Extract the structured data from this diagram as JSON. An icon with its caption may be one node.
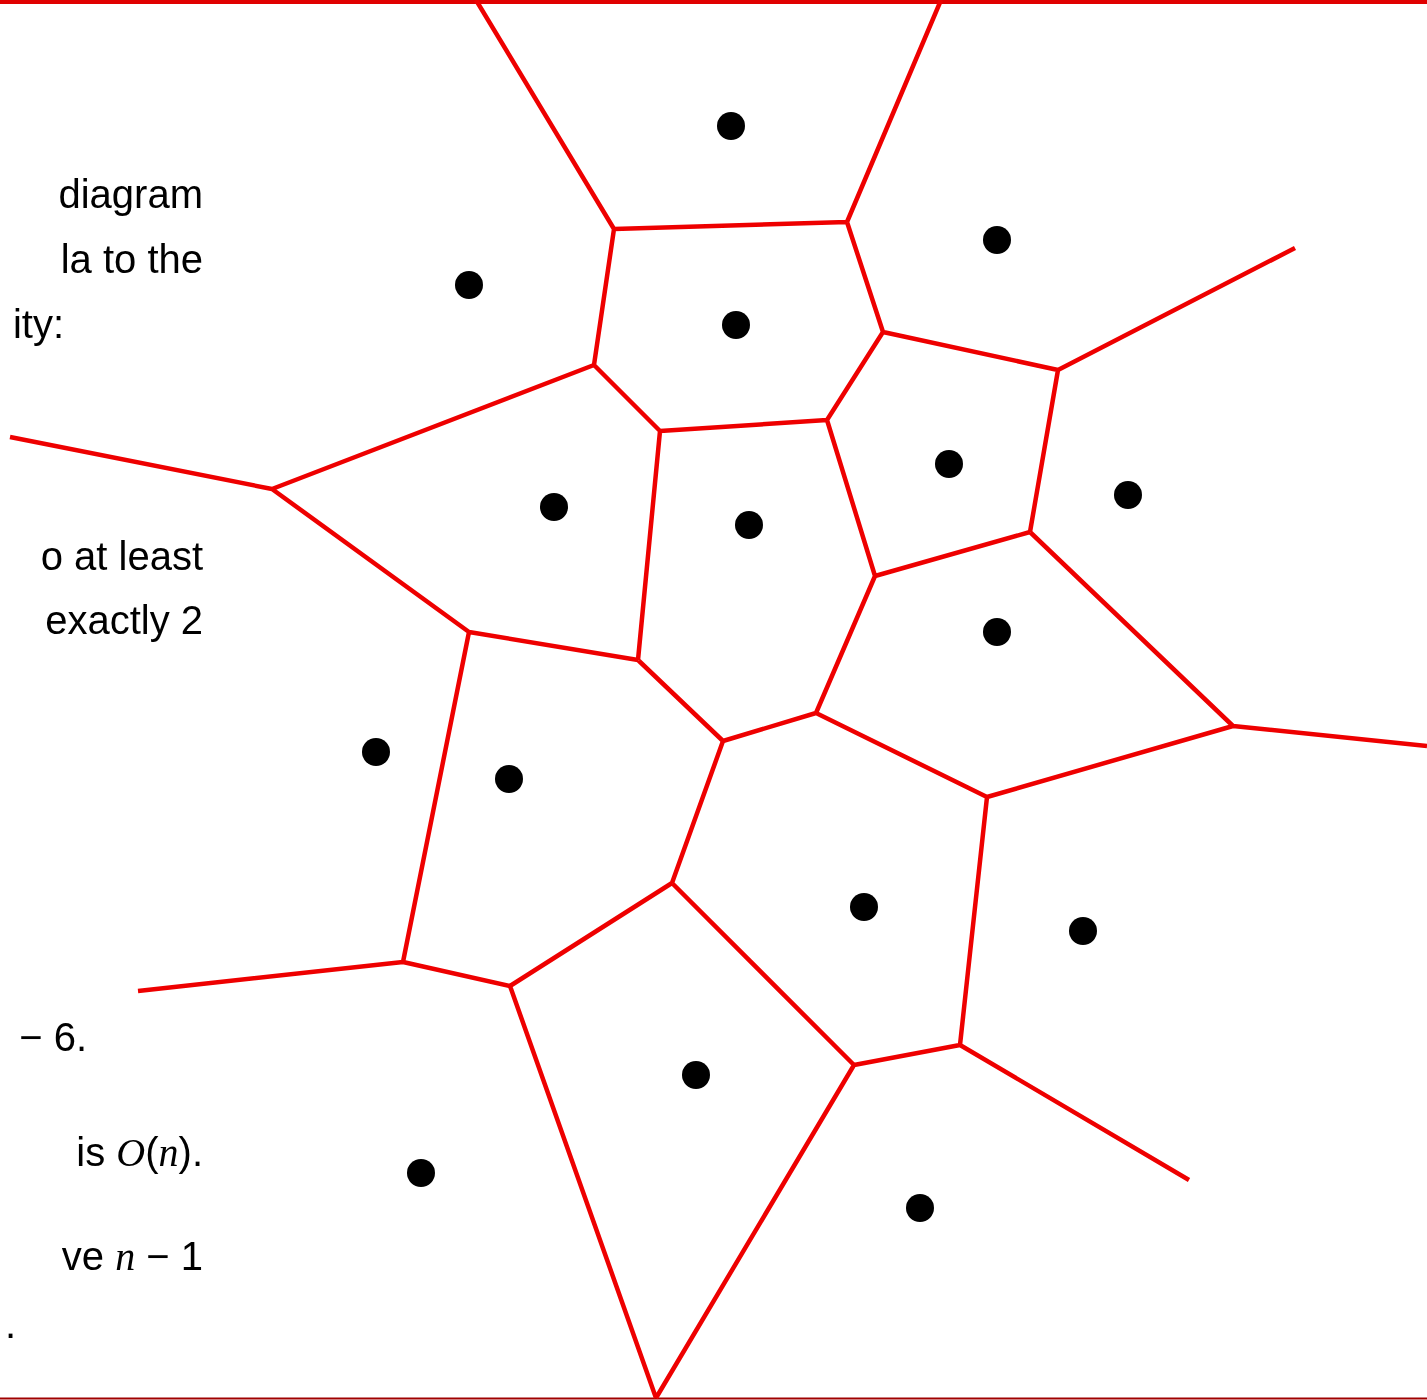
{
  "diagram": {
    "labels": [
      "diagram",
      "la to the",
      "ity:",
      "o at least",
      "exactly 2",
      "− 6.",
      "is *O*(*n*).",
      "ve *n* − 1",
      "."
    ]
  }
}
